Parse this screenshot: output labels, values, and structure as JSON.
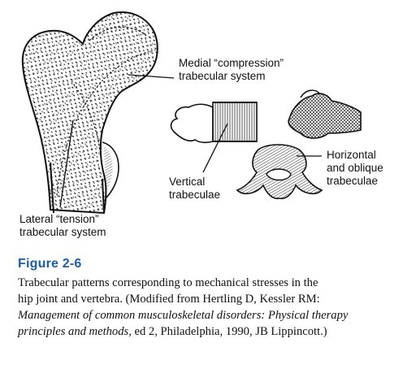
{
  "labels": {
    "medial_line1": "Medial “compression”",
    "medial_line2": "trabecular system",
    "horizontal_line1": "Horizontal",
    "horizontal_line2": "and oblique",
    "horizontal_line3": "trabeculae",
    "vertical_line1": "Vertical",
    "vertical_line2": "trabeculae",
    "lateral_line1": "Lateral “tension”",
    "lateral_line2": "trabecular system"
  },
  "figure": {
    "title": "Figure 2-6",
    "caption_line1": "Trabecular patterns corresponding to mechanical stresses in the",
    "caption_line2": "hip joint and vertebra. (Modified from Hertling D, Kessler RM:",
    "caption_line3_italic": "Management of common musculoskeletal disorders: Physical therapy",
    "caption_line4_italic": "principles and methods,",
    "caption_line4_rest": " ed 2, Philadelphia, 1990, JB Lippincott.)"
  },
  "colors": {
    "title_blue": "#1a5ea8",
    "ink": "#111111"
  }
}
